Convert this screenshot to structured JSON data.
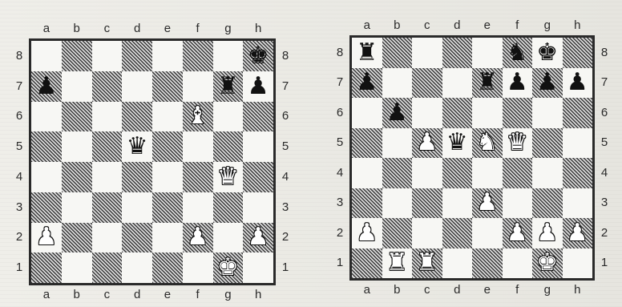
{
  "files": [
    "a",
    "b",
    "c",
    "d",
    "e",
    "f",
    "g",
    "h"
  ],
  "ranks": [
    "8",
    "7",
    "6",
    "5",
    "4",
    "3",
    "2",
    "1"
  ],
  "glyphs": {
    "K": "♚",
    "Q": "♛",
    "R": "♜",
    "B": "♝",
    "N": "♞",
    "P": "♟"
  },
  "boards": [
    {
      "id": "left",
      "pieces": [
        {
          "square": "h8",
          "color": "b",
          "type": "K"
        },
        {
          "square": "a7",
          "color": "b",
          "type": "P"
        },
        {
          "square": "g7",
          "color": "b",
          "type": "R"
        },
        {
          "square": "h7",
          "color": "b",
          "type": "P"
        },
        {
          "square": "f6",
          "color": "w",
          "type": "B"
        },
        {
          "square": "d5",
          "color": "b",
          "type": "Q"
        },
        {
          "square": "g4",
          "color": "w",
          "type": "Q"
        },
        {
          "square": "a2",
          "color": "w",
          "type": "P"
        },
        {
          "square": "f2",
          "color": "w",
          "type": "P"
        },
        {
          "square": "h2",
          "color": "w",
          "type": "P"
        },
        {
          "square": "g1",
          "color": "w",
          "type": "K"
        }
      ]
    },
    {
      "id": "right",
      "pieces": [
        {
          "square": "a8",
          "color": "b",
          "type": "R"
        },
        {
          "square": "f8",
          "color": "b",
          "type": "N"
        },
        {
          "square": "g8",
          "color": "b",
          "type": "K"
        },
        {
          "square": "a7",
          "color": "b",
          "type": "P"
        },
        {
          "square": "e7",
          "color": "b",
          "type": "R"
        },
        {
          "square": "f7",
          "color": "b",
          "type": "P"
        },
        {
          "square": "g7",
          "color": "b",
          "type": "P"
        },
        {
          "square": "h7",
          "color": "b",
          "type": "P"
        },
        {
          "square": "b6",
          "color": "b",
          "type": "P"
        },
        {
          "square": "c5",
          "color": "w",
          "type": "P"
        },
        {
          "square": "d5",
          "color": "b",
          "type": "Q"
        },
        {
          "square": "e5",
          "color": "w",
          "type": "N"
        },
        {
          "square": "f5",
          "color": "w",
          "type": "Q"
        },
        {
          "square": "e3",
          "color": "w",
          "type": "P"
        },
        {
          "square": "a2",
          "color": "w",
          "type": "P"
        },
        {
          "square": "f2",
          "color": "w",
          "type": "P"
        },
        {
          "square": "g2",
          "color": "w",
          "type": "P"
        },
        {
          "square": "h2",
          "color": "w",
          "type": "P"
        },
        {
          "square": "b1",
          "color": "w",
          "type": "R"
        },
        {
          "square": "c1",
          "color": "w",
          "type": "R"
        },
        {
          "square": "g1",
          "color": "w",
          "type": "K"
        }
      ]
    }
  ]
}
